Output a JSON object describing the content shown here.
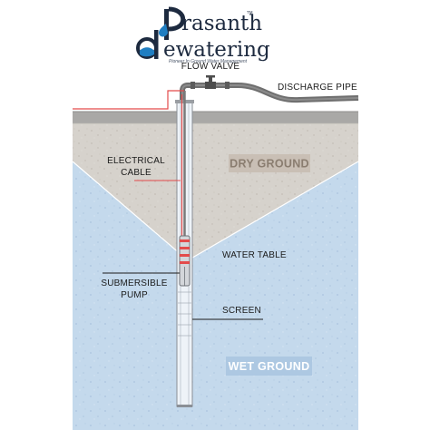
{
  "logo": {
    "line1": "rasanth",
    "line2": "ewatering",
    "tagline": "Pioneer In Ground Water Management",
    "trademark": "TM",
    "initial1": "P",
    "initial2": "D"
  },
  "labels": {
    "flow_valve": "FLOW VALVE",
    "discharge_pipe": "DISCHARGE PIPE",
    "electrical_cable_line1": "ELECTRICAL",
    "electrical_cable_line2": "CABLE",
    "dry_ground": "DRY GROUND",
    "water_table": "WATER TABLE",
    "submersible_pump_line1": "SUBMERSIBLE",
    "submersible_pump_line2": "PUMP",
    "screen": "SCREEN",
    "wet_ground": "WET GROUND"
  },
  "colors": {
    "brand_navy": "#1d2a3f",
    "brand_blue": "#1f7ec2",
    "dry_ground": "#d6d2cc",
    "dry_label_bg": "#c9bfb5",
    "dry_label_text": "#8a7d70",
    "wet_ground": "#c4d9ec",
    "wet_label_bg": "#adc8e2",
    "wet_label_text": "#ffffff",
    "surface": "#a9a8a6",
    "pipe": "#6f6f6f",
    "cable": "#e34b4b"
  }
}
